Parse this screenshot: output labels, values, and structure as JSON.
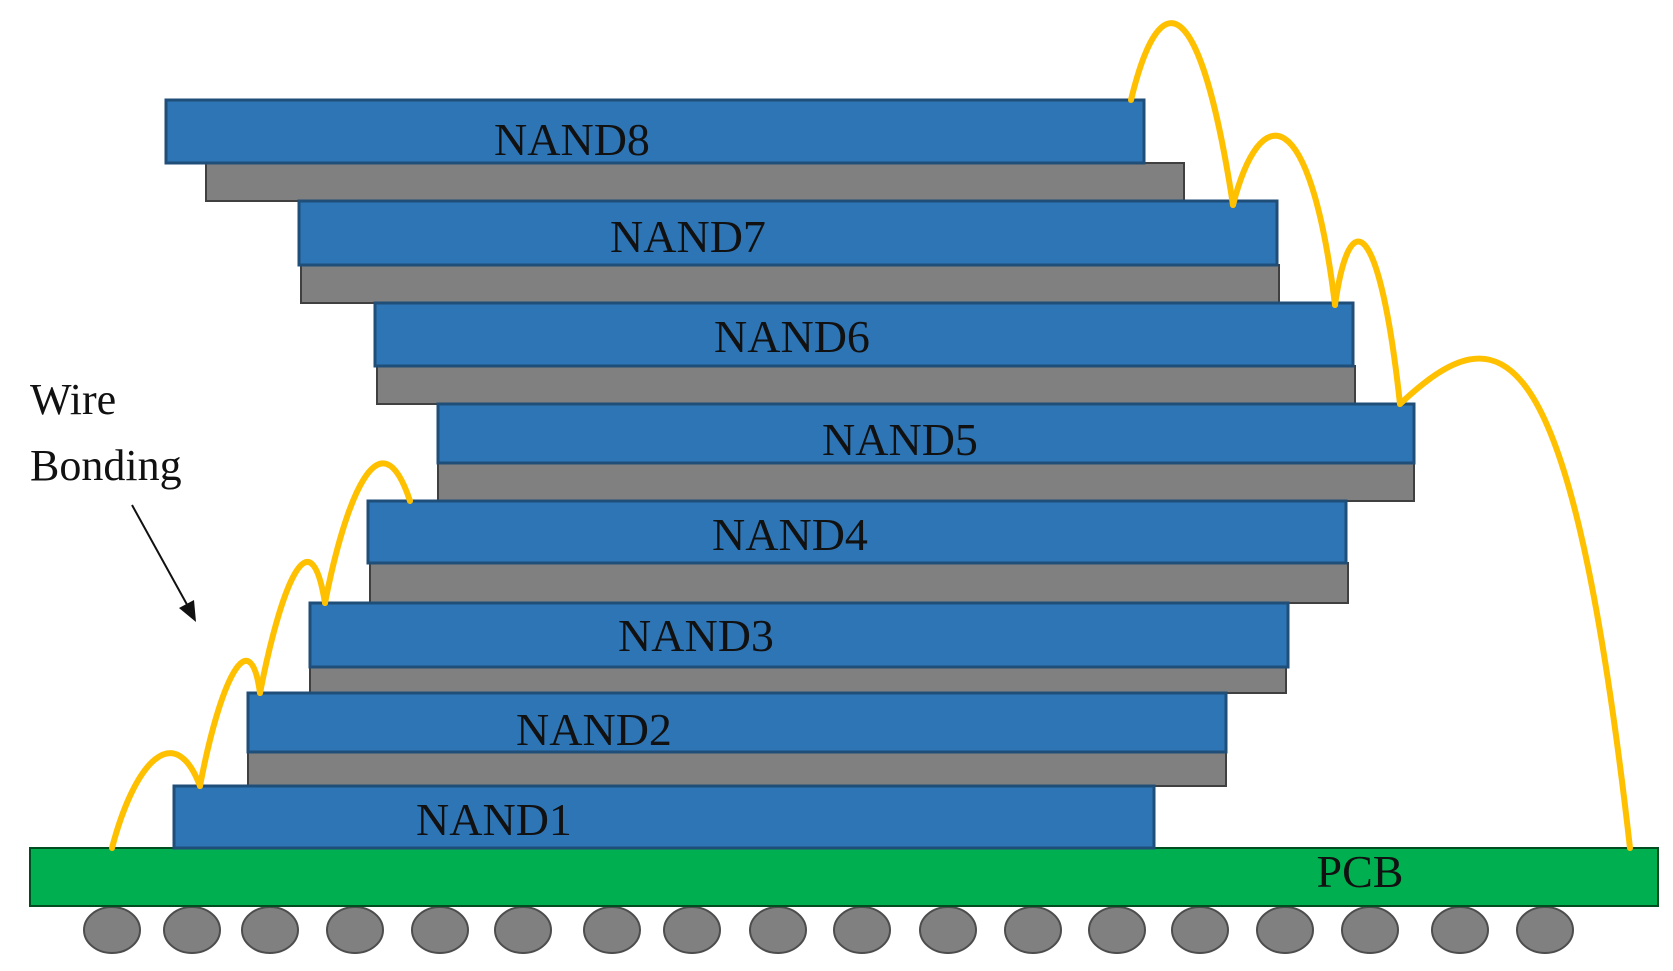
{
  "colors": {
    "die": "#2E75B6",
    "die_edge": "#1F4E79",
    "spacer": "#808080",
    "spacer_edge": "#404040",
    "pcb": "#00B050",
    "wire": "#FFC000",
    "ball": "#808080"
  },
  "dies": [
    {
      "label": "NAND1"
    },
    {
      "label": "NAND2"
    },
    {
      "label": "NAND3"
    },
    {
      "label": "NAND4"
    },
    {
      "label": "NAND5"
    },
    {
      "label": "NAND6"
    },
    {
      "label": "NAND7"
    },
    {
      "label": "NAND8"
    }
  ],
  "pcb": {
    "label": "PCB"
  },
  "annotation": {
    "line1": "Wire",
    "line2": "Bonding"
  }
}
